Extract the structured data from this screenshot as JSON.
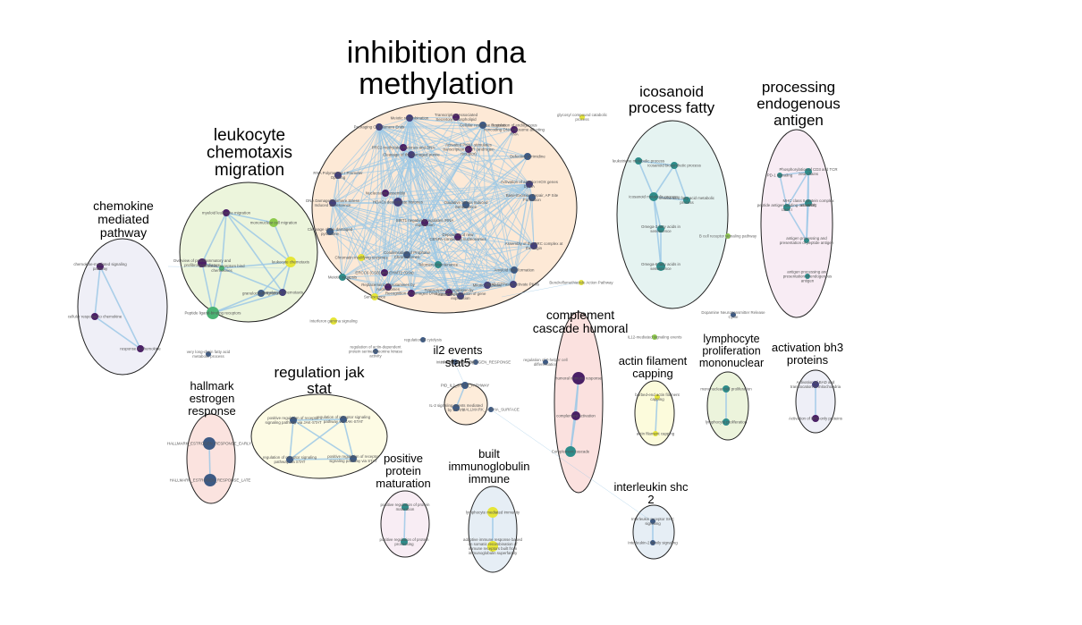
{
  "colors": {
    "edge": "#9cc8e6",
    "outline": "#222222",
    "purple": "#4a1f66",
    "indigo": "#433f7a",
    "slate": "#3d5a84",
    "teal": "#2e8c8a",
    "green": "#4bb374",
    "lime": "#8cc94a",
    "yellow": "#e5e537"
  },
  "clusters": [
    {
      "id": "inhibition-dna-methylation",
      "title_lines": [
        "inhibition dna",
        "methylation"
      ],
      "fill": "#fde9d6",
      "nodes": [
        {
          "label": "Meiotic recombination",
          "color": "indigo"
        },
        {
          "label": "Transcription-Associated Secretory Phospholipid",
          "color": "purple"
        },
        {
          "label": "Regulation of endogenous noncoding DNA-ribosome affecting RNA",
          "color": "purple"
        },
        {
          "label": "Packaging Of Telomere Ends",
          "color": "indigo"
        },
        {
          "label": "PRC2 methylates histones and DNA",
          "color": "purple"
        },
        {
          "label": "Activated PKN1 stimulates transcription of AR (androgen receptor)",
          "color": "purple"
        },
        {
          "label": "Cleavage of the damaged purine",
          "color": "indigo"
        },
        {
          "label": "Defective pyrimidine",
          "color": "slate"
        },
        {
          "label": "RNA Polymerase I Promoter Opening",
          "color": "indigo"
        },
        {
          "label": "Activation of anterior HOX genes by RA",
          "color": "indigo"
        },
        {
          "label": "Nucleosome assembly",
          "color": "purple"
        },
        {
          "label": "Base-Excision Repair, AP Site Formation",
          "color": "slate"
        },
        {
          "label": "DNA Damage/Telomere Stress Induced Senescence",
          "color": "indigo"
        },
        {
          "label": "Oxidative Stress Induced Senescence",
          "color": "slate"
        },
        {
          "label": "HDACs deacetylate histones",
          "color": "indigo"
        },
        {
          "label": "SIRT1 negatively regulates rRNA expression",
          "color": "purple"
        },
        {
          "label": "Deposition of new CENPA-containing nucleosomes",
          "color": "purple"
        },
        {
          "label": "Cleavage of the damaged pyrimidine",
          "color": "slate"
        },
        {
          "label": "Condensation of Prophase Chromosomes",
          "color": "slate"
        },
        {
          "label": "Assembly of the ORC complex at the origin",
          "color": "indigo"
        },
        {
          "label": "Chromatin modifying enzymes",
          "color": "yellow"
        },
        {
          "label": "Amyloid fiber formation",
          "color": "slate"
        },
        {
          "label": "Meiotic synapsis",
          "color": "teal"
        },
        {
          "label": "Replacement of protamines by nucleosomes",
          "color": "purple"
        },
        {
          "label": "RHO GTPases activate PKNs",
          "color": "indigo"
        },
        {
          "label": "Senescence",
          "color": "yellow"
        },
        {
          "label": "Transcriptional regulation by small RNAs",
          "color": "purple"
        },
        {
          "label": "Mitotic Prophase",
          "color": "indigo"
        },
        {
          "label": "Epigenetic regulation of gene expression",
          "color": "indigo"
        },
        {
          "label": "Recognition of damaged DNA",
          "color": "purple"
        },
        {
          "label": "ERCC6 (CSB) and EHMT2 (G9a)",
          "color": "purple"
        },
        {
          "label": "Telomere Maintenance",
          "color": "teal"
        },
        {
          "label": "Cellular response to stress",
          "color": "slate"
        }
      ]
    },
    {
      "id": "leukocyte-chemotaxis-migration",
      "title_lines": [
        "leukocyte",
        "chemotaxis",
        "migration"
      ],
      "fill": "#ecf5dc",
      "nodes": [
        {
          "label": "myeloid leukocyte migration",
          "color": "purple"
        },
        {
          "label": "mononuclear cell migration",
          "color": "lime"
        },
        {
          "label": "Overview of proinflammatory and profibrotic mediators",
          "color": "purple"
        },
        {
          "label": "Chemokine receptors bind chemokines",
          "color": "green"
        },
        {
          "label": "leukocyte chemotaxis",
          "color": "yellow"
        },
        {
          "label": "granulocyte migration",
          "color": "slate"
        },
        {
          "label": "granulocyte chemotaxis",
          "color": "indigo"
        },
        {
          "label": "Peptide ligand-binding receptors",
          "color": "green"
        }
      ]
    },
    {
      "id": "chemokine-mediated-pathway",
      "title_lines": [
        "chemokine",
        "mediated",
        "pathway"
      ],
      "fill": "#efeff7",
      "nodes": [
        {
          "label": "chemokine-mediated signaling pathway",
          "color": "purple"
        },
        {
          "label": "cellular response to chemokine",
          "color": "purple"
        },
        {
          "label": "response to chemokine",
          "color": "purple"
        }
      ]
    },
    {
      "id": "icosanoid-process-fatty",
      "title_lines": [
        "icosanoid",
        "process fatty"
      ],
      "fill": "#e5f3f1",
      "nodes": [
        {
          "label": "leukotriene metabolic process",
          "color": "teal"
        },
        {
          "label": "icosanoid biosynthetic process",
          "color": "teal"
        },
        {
          "label": "icosanoid metabolic process",
          "color": "teal"
        },
        {
          "label": "unsaturated fatty acid metabolic process",
          "color": "teal"
        },
        {
          "label": "Omega-3 fatty acids in senescence",
          "color": "teal"
        },
        {
          "label": "Omega-6 fatty acids in senescence",
          "color": "teal"
        }
      ]
    },
    {
      "id": "processing-endogenous-antigen",
      "title_lines": [
        "processing",
        "endogenous",
        "antigen"
      ],
      "fill": "#f8ecf4",
      "nodes": [
        {
          "label": "Phosphorylation of CD3 and TCR zeta chains",
          "color": "teal"
        },
        {
          "label": "PD-1 signaling",
          "color": "teal"
        },
        {
          "label": "peptide antigen loading onto MHC class I",
          "color": "teal"
        },
        {
          "label": "MHC class II protein complex assembly",
          "color": "teal"
        },
        {
          "label": "antigen processing and presentation of peptide antigen",
          "color": "teal"
        },
        {
          "label": "antigen processing and presentation of endogenous antigen",
          "color": "teal"
        }
      ]
    },
    {
      "id": "hallmark-estrogen-response",
      "title_lines": [
        "hallmark",
        "estrogen",
        "response"
      ],
      "fill": "#fbe3df",
      "nodes": [
        {
          "label": "HALLMARK_ESTROGEN_RESPONSE_EARLY",
          "color": "slate"
        },
        {
          "label": "HALLMARK_ESTROGEN_RESPONSE_LATE",
          "color": "slate"
        }
      ]
    },
    {
      "id": "regulation-jak-stat",
      "title_lines": [
        "regulation jak",
        "stat"
      ],
      "fill": "#fdfbe4",
      "nodes": [
        {
          "label": "positive regulation of receptor signaling pathway via JAK-STAT",
          "color": "slate"
        },
        {
          "label": "regulation of receptor signaling pathway via JAK-STAT",
          "color": "slate"
        },
        {
          "label": "regulation of receptor signaling pathway via STAT",
          "color": "slate"
        },
        {
          "label": "positive regulation of receptor signaling pathway via STAT",
          "color": "slate"
        }
      ]
    },
    {
      "id": "il2-events-stat5",
      "title_lines": [
        "il2 events",
        "stat5"
      ],
      "fill": "#fdecda",
      "nodes": [
        {
          "label": "PID_IL2_STAT5_PATHWAY",
          "color": "slate"
        },
        {
          "label": "IL-2 signaling events mediated by STAT5",
          "color": "slate"
        }
      ]
    },
    {
      "id": "complement-cascade-humoral",
      "title_lines": [
        "complement",
        "cascade humoral"
      ],
      "fill": "#fbe1df",
      "nodes": [
        {
          "label": "humoral immune response",
          "color": "purple"
        },
        {
          "label": "complement activation",
          "color": "purple"
        },
        {
          "label": "Complement cascade",
          "color": "teal"
        }
      ]
    },
    {
      "id": "positive-protein-maturation",
      "title_lines": [
        "positive",
        "protein",
        "maturation"
      ],
      "fill": "#f8edf4",
      "nodes": [
        {
          "label": "positive regulation of protein maturation",
          "color": "teal"
        },
        {
          "label": "positive regulation of protein processing",
          "color": "teal"
        }
      ]
    },
    {
      "id": "built-immunoglobulin-immune",
      "title_lines": [
        "built",
        "immunoglobulin",
        "immune"
      ],
      "fill": "#e6eef5",
      "nodes": [
        {
          "label": "lymphocyte mediated immunity",
          "color": "yellow"
        },
        {
          "label": "adaptive immune response based on somatic recombination of immune receptors built from immunoglobulin superfamily domains",
          "color": "yellow"
        }
      ]
    },
    {
      "id": "actin-filament-capping",
      "title_lines": [
        "actin filament",
        "capping"
      ],
      "fill": "#fcfbdc",
      "nodes": [
        {
          "label": "barbed-end actin filament capping",
          "color": "yellow"
        },
        {
          "label": "actin filament capping",
          "color": "yellow"
        }
      ]
    },
    {
      "id": "lymphocyte-proliferation-mononuclear",
      "title_lines": [
        "lymphocyte",
        "proliferation",
        "mononuclear"
      ],
      "fill": "#ecf4dc",
      "nodes": [
        {
          "label": "mononuclear cell proliferation",
          "color": "teal"
        },
        {
          "label": "lymphocyte proliferation",
          "color": "teal"
        }
      ]
    },
    {
      "id": "activation-bh3-proteins",
      "title_lines": [
        "activation bh3",
        "proteins"
      ],
      "fill": "#eeeff7",
      "nodes": [
        {
          "label": "Activation of BAD and translocation to mitochondria",
          "color": "indigo"
        },
        {
          "label": "Activation of BH3-only proteins",
          "color": "purple"
        }
      ]
    },
    {
      "id": "interleukin-shc-2",
      "title_lines": [
        "interleukin shc",
        "2"
      ],
      "fill": "#e6eef5",
      "nodes": [
        {
          "label": "Interleukin receptor SHC signaling",
          "color": "slate"
        },
        {
          "label": "Interleukin-2 family signaling",
          "color": "slate"
        }
      ]
    }
  ],
  "free_nodes": [
    {
      "label": "glycosyl compound catabolic process",
      "color": "yellow"
    },
    {
      "label": "B cell receptor signaling pathway",
      "color": "lime"
    },
    {
      "label": "Interferon gamma signaling",
      "color": "yellow"
    },
    {
      "label": "Dopamine Neurotransmitter Release Cycle",
      "color": "slate"
    },
    {
      "label": "IL12-mediated signaling events",
      "color": "lime"
    },
    {
      "label": "Bendroflumethiazide Action Pathway",
      "color": "yellow"
    },
    {
      "label": "regulation of cytolysis",
      "color": "slate"
    },
    {
      "label": "very long-chain fatty acid metabolic process",
      "color": "slate"
    },
    {
      "label": "regulation of T-helper cell differentiation",
      "color": "slate"
    },
    {
      "label": "regulation of actin-dependent protein serine/threonine kinase activity",
      "color": "slate"
    },
    {
      "label": "HALLMARK_ANDROGEN_RESPONSE",
      "color": "slate"
    },
    {
      "label": "HALLMARK_ALPHA_SURFACE",
      "color": "slate"
    },
    {
      "label": "Interleukin-2 signaling",
      "color": "slate"
    }
  ]
}
